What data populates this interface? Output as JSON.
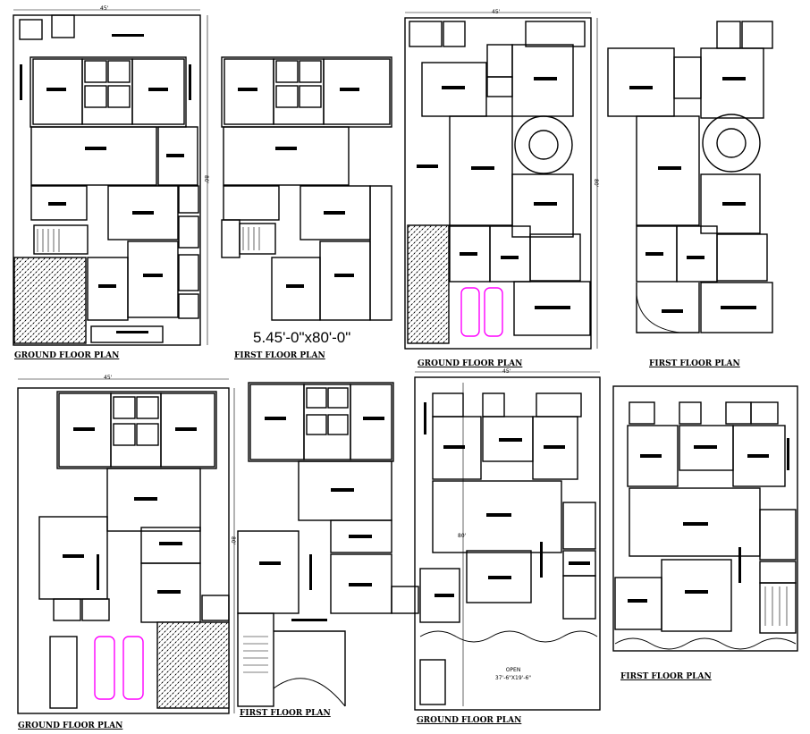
{
  "title": "5.45'-0\"x80'-0\"",
  "labels": {
    "gf1": "GROUND FLOOR PLAN",
    "ff1": "FIRST FLOOR PLAN",
    "gf2": "GROUND FLOOR PLAN",
    "ff2": "FIRST FLOOR PLAN",
    "gf3": "GROUND FLOOR PLAN",
    "ff3": "FIRST FLOOR PLAN",
    "gf4": "GROUND FLOOR PLAN",
    "ff4": "FIRST FLOOR PLAN"
  },
  "dims": {
    "w45_a": "45'",
    "w45_b": "45'",
    "w45_c": "45'",
    "w45_d": "45'",
    "h80_a": "80'",
    "h80_b": "80'",
    "h80_c": "80'",
    "h80_d": "80'"
  },
  "open_area": {
    "label": "OPEN",
    "size": "37'-6\"X19'-6\""
  },
  "colors": {
    "line": "#000000",
    "car": "#ff00ff",
    "background": "#ffffff"
  }
}
